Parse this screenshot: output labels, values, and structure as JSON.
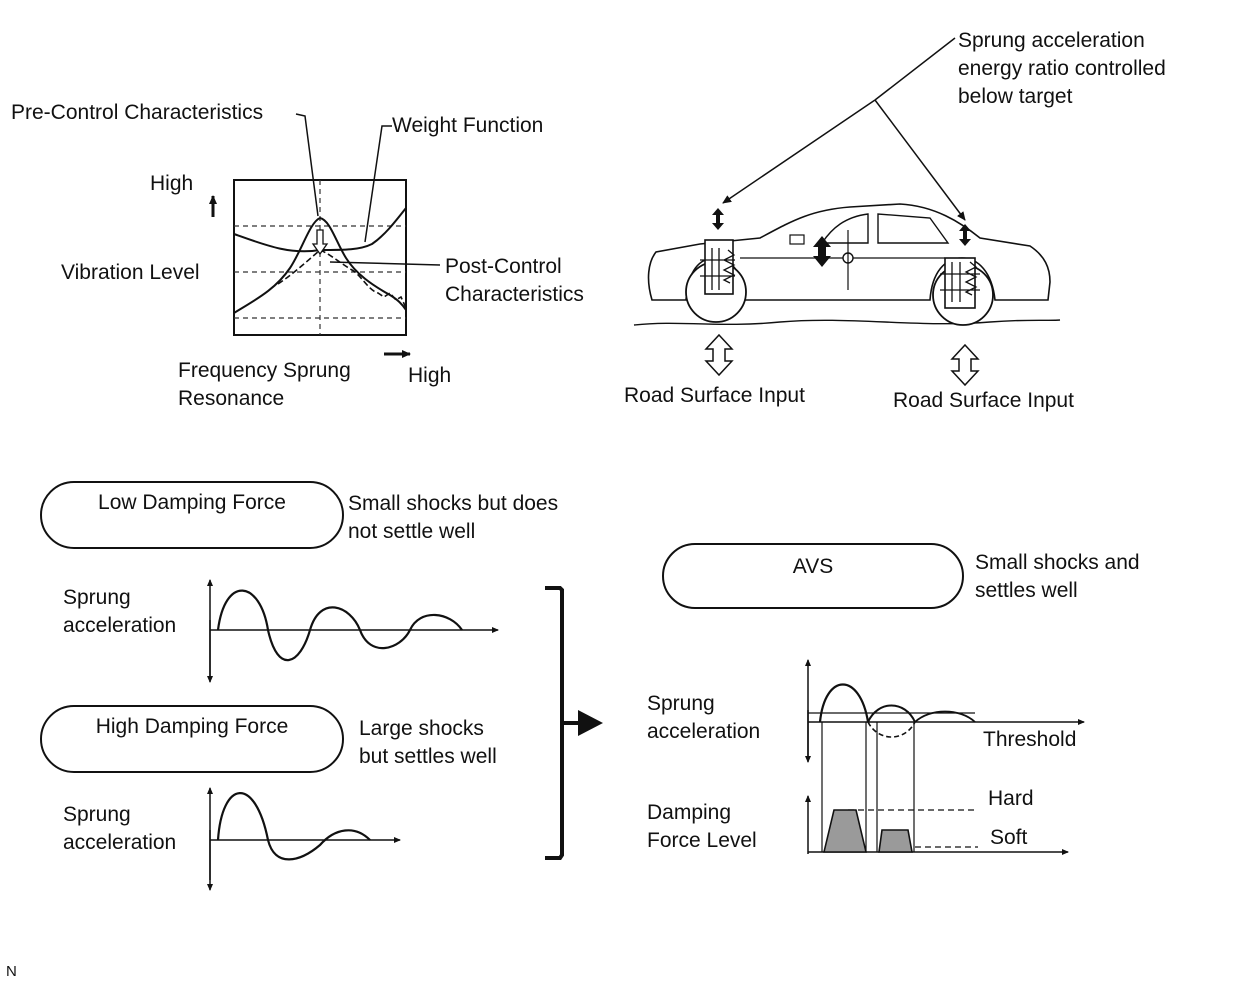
{
  "top_chart": {
    "pre_control": "Pre-Control Characteristics",
    "weight_function": "Weight Function",
    "y_high": "High",
    "y_label": "Vibration Level",
    "post_control_line1": "Post-Control",
    "post_control_line2": "Characteristics",
    "x_label_line1": "Frequency Sprung",
    "x_label_line2": "Resonance",
    "x_high": "High"
  },
  "car_diagram": {
    "note_line1": "Sprung acceleration",
    "note_line2": "energy ratio controlled",
    "note_line3": "below target",
    "road_input_front": "Road Surface Input",
    "road_input_rear": "Road Surface Input"
  },
  "low_damping": {
    "title": "Low Damping Force",
    "desc_line1": "Small shocks but does",
    "desc_line2": "not settle well",
    "axis_line1": "Sprung",
    "axis_line2": "acceleration"
  },
  "high_damping": {
    "title": "High Damping Force",
    "desc_line1": "Large shocks",
    "desc_line2": "but settles well",
    "axis_line1": "Sprung",
    "axis_line2": "acceleration"
  },
  "avs": {
    "title": "AVS",
    "desc_line1": "Small shocks and",
    "desc_line2": "settles well",
    "accel_line1": "Sprung",
    "accel_line2": "acceleration",
    "threshold": "Threshold",
    "level_line1": "Damping",
    "level_line2": "Force Level",
    "hard": "Hard",
    "soft": "Soft"
  },
  "footer_mark": "N"
}
